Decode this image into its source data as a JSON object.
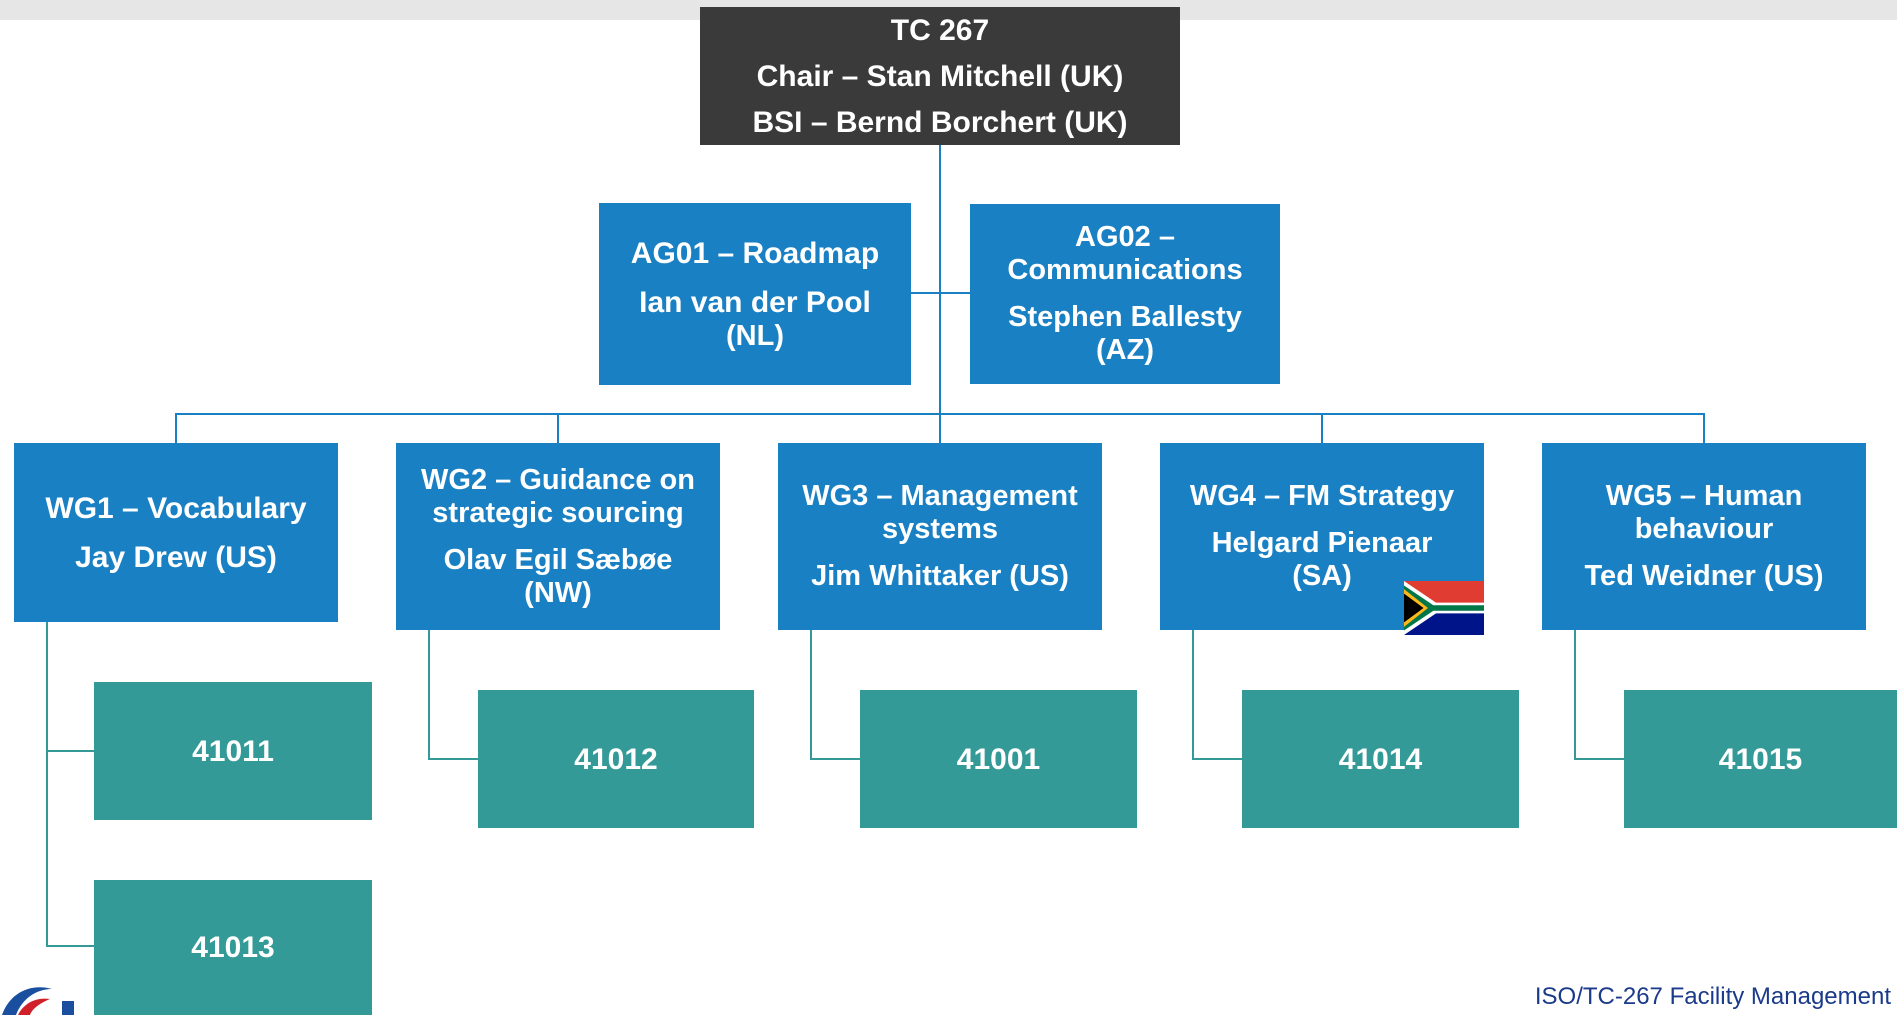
{
  "colors": {
    "chair": "#3a3a3a",
    "group": "#1a80c4",
    "standard": "#339a97"
  },
  "tc": {
    "line1": "TC 267",
    "line2": "Chair – Stan Mitchell (UK)",
    "line3": "BSI – Bernd Borchert (UK)"
  },
  "ag01": {
    "title": "AG01 – Roadmap",
    "person": "Ian van der Pool",
    "country": "(NL)"
  },
  "ag02": {
    "title1": "AG02 –",
    "title2": "Communications",
    "person": "Stephen Ballesty",
    "country": "(AZ)"
  },
  "wg1": {
    "title": "WG1 – Vocabulary",
    "person": "Jay Drew (US)"
  },
  "wg2": {
    "title1": "WG2 – Guidance on",
    "title2": "strategic sourcing",
    "person": "Olav Egil Sæbøe",
    "country": "(NW)"
  },
  "wg3": {
    "title1": "WG3 – Management",
    "title2": "systems",
    "person": "Jim Whittaker (US)"
  },
  "wg4": {
    "title": "WG4 – FM Strategy",
    "person": "Helgard Pienaar",
    "country": "(SA)",
    "flag_icon": "south-africa-flag-icon"
  },
  "wg5": {
    "title1": "WG5 – Human",
    "title2": "behaviour",
    "person": "Ted Weidner (US)"
  },
  "standards": {
    "s41011": "41011",
    "s41013": "41013",
    "s41012": "41012",
    "s41001": "41001",
    "s41014": "41014",
    "s41015": "41015"
  },
  "footer": {
    "text": "ISO/TC-267 Facility Management"
  },
  "logo_icon": "iso-logo-icon"
}
